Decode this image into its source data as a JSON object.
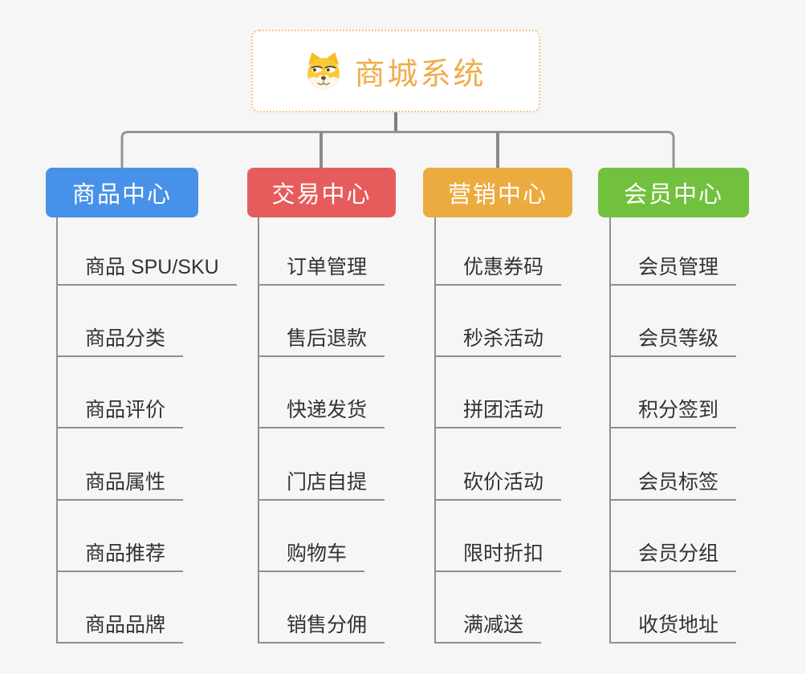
{
  "app": {
    "type": "mindmap-diagram",
    "background_color": "#f6f6f6",
    "connector_color": "#878787",
    "leaf_line_color": "#8f8f8f",
    "leaf_text_color": "#333333"
  },
  "root": {
    "label": "商城系统",
    "icon": "shiba-dog-icon",
    "text_color": "#f0ac49",
    "border_color": "#f3c784",
    "background_color": "#ffffff"
  },
  "branches": [
    {
      "label": "商品中心",
      "color": "#4791e8",
      "items": [
        "商品 SPU/SKU",
        "商品分类",
        "商品评价",
        "商品属性",
        "商品推荐",
        "商品品牌"
      ]
    },
    {
      "label": "交易中心",
      "color": "#e65c5c",
      "items": [
        "订单管理",
        "售后退款",
        "快递发货",
        "门店自提",
        "购物车",
        "销售分佣"
      ]
    },
    {
      "label": "营销中心",
      "color": "#ecab3e",
      "items": [
        "优惠券码",
        "秒杀活动",
        "拼团活动",
        "砍价活动",
        "限时折扣",
        "满减送"
      ]
    },
    {
      "label": "会员中心",
      "color": "#72c13e",
      "items": [
        "会员管理",
        "会员等级",
        "积分签到",
        "会员标签",
        "会员分组",
        "收货地址"
      ]
    }
  ]
}
